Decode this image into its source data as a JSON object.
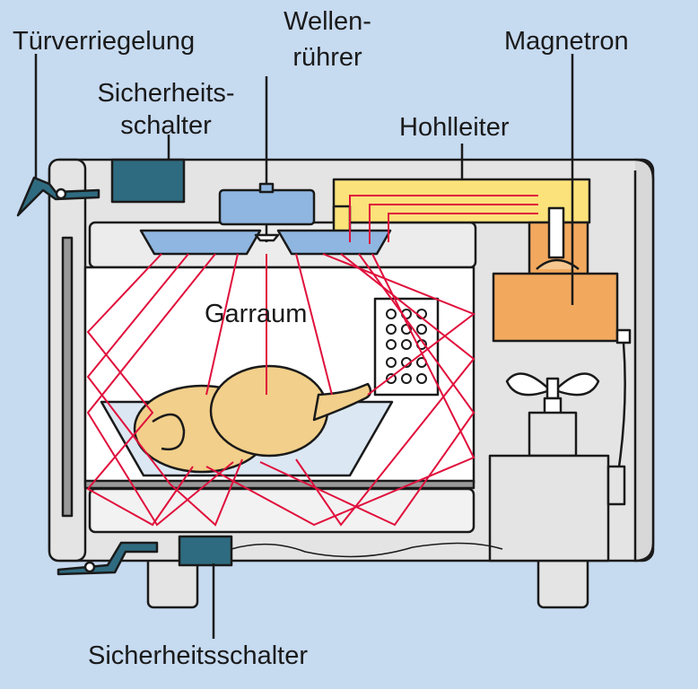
{
  "labels": {
    "door_lock": "Türverriegelung",
    "safety_switch_top_1": "Sicherheits-",
    "safety_switch_top_2": "schalter",
    "stirrer_1": "Wellen-",
    "stirrer_2": "rührer",
    "magnetron": "Magnetron",
    "waveguide": "Hohlleiter",
    "cooking_chamber": "Garraum",
    "safety_switch_bottom": "Sicherheitsschalter"
  },
  "colors": {
    "background": "#c6daf0",
    "body": "#e4e4e4",
    "waves": "#e0103c",
    "magnetron": "#f2a95e",
    "waveguide": "#fbe27a",
    "stirrer": "#8fb6e0",
    "switch": "#2f6b80",
    "chicken": "#f2cf8a"
  }
}
